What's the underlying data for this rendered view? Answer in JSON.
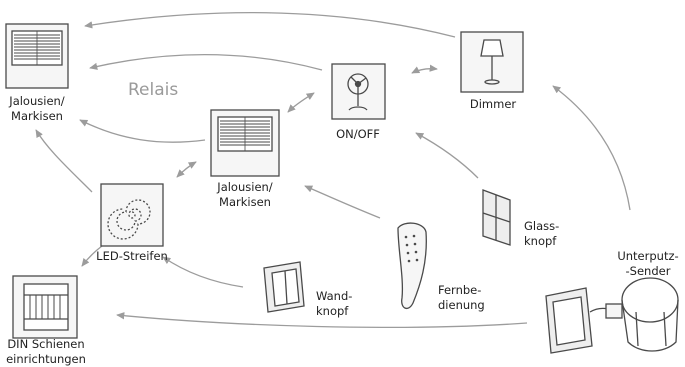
{
  "labels": {
    "relais": "Relais",
    "jalousien_markisen_top": "Jalousien/\nMarkisen",
    "jalousien_markisen_mid": "Jalousien/\nMarkisen",
    "on_off": "ON/OFF",
    "dimmer": "Dimmer",
    "led_streifen": "LED-Streifen",
    "glassknopf": "Glass-\nknopf",
    "wandknopf": "Wand-\nknopf",
    "fernbedienung": "Fernbe-\ndienung",
    "unterputz_sender": "Unterputz-\n-Sender",
    "din_schienen": "DIN Schienen\neinrichtungen"
  },
  "colors": {
    "line": "#9c9c9c",
    "icon_stroke": "#4a4a4a",
    "relais_text": "#9a9a9a"
  },
  "icons": [
    "blind-icon",
    "blind-icon",
    "fan-icon",
    "lamp-icon",
    "led-spiral-icon",
    "glass-switch-icon",
    "wall-switch-icon",
    "remote-icon",
    "flush-transmitter-icon",
    "din-rail-icon"
  ]
}
